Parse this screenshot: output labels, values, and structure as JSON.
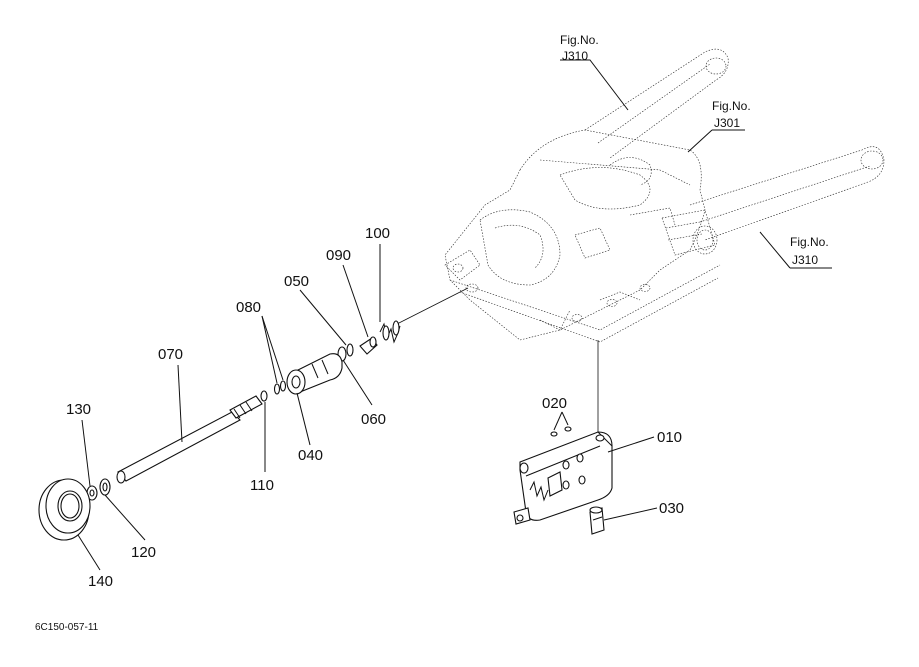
{
  "figure_refs": [
    {
      "line1": "Fig.No.",
      "line2": "J310"
    },
    {
      "line1": "Fig.No.",
      "line2": "J301"
    },
    {
      "line1": "Fig.No.",
      "line2": "J310"
    }
  ],
  "part_labels": {
    "p010": "010",
    "p020": "020",
    "p030": "030",
    "p040": "040",
    "p050": "050",
    "p060": "060",
    "p070": "070",
    "p080": "080",
    "p090": "090",
    "p100": "100",
    "p110": "110",
    "p120": "120",
    "p130": "130",
    "p140": "140"
  },
  "drawing_code": "6C150-057-11"
}
